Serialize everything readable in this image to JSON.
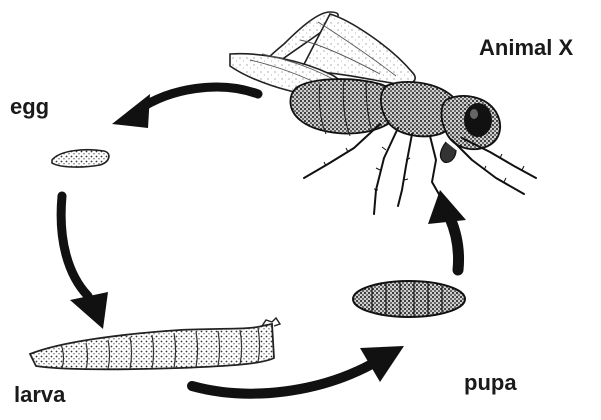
{
  "labels": {
    "animal": "Animal X",
    "egg": "egg",
    "larva": "larva",
    "pupa": "pupa"
  },
  "stages": [
    "egg",
    "larva",
    "pupa",
    "adult"
  ],
  "colors": {
    "ink": "#1a1a1a",
    "background": "#ffffff"
  }
}
